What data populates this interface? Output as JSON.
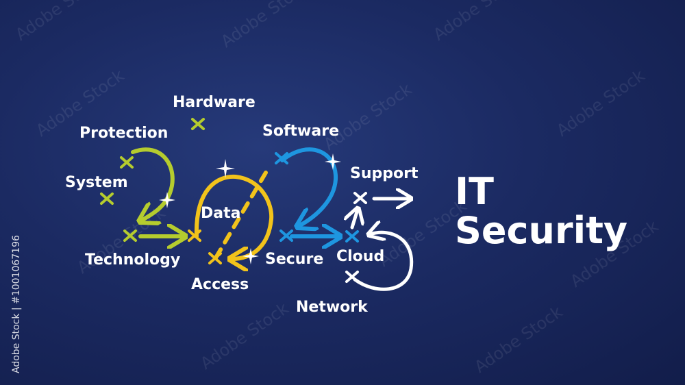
{
  "title": {
    "line1": "IT",
    "line2": "Security"
  },
  "keywords": {
    "hardware": "Hardware",
    "protection": "Protection",
    "software": "Software",
    "system": "System",
    "support": "Support",
    "data": "Data",
    "technology": "Technology",
    "secure": "Secure",
    "cloud": "Cloud",
    "access": "Access",
    "network": "Network"
  },
  "watermark": {
    "text": "Adobe Stock",
    "side_text": "Adobe Stock | #1001067196"
  },
  "colors": {
    "background": "#1b2a62",
    "green": "#b5cc2e",
    "yellow": "#f2c31b",
    "blue": "#1e96e0",
    "white": "#ffffff"
  },
  "icons": [
    "cross-marker-icon",
    "arrow-icon",
    "sparkle-icon"
  ]
}
